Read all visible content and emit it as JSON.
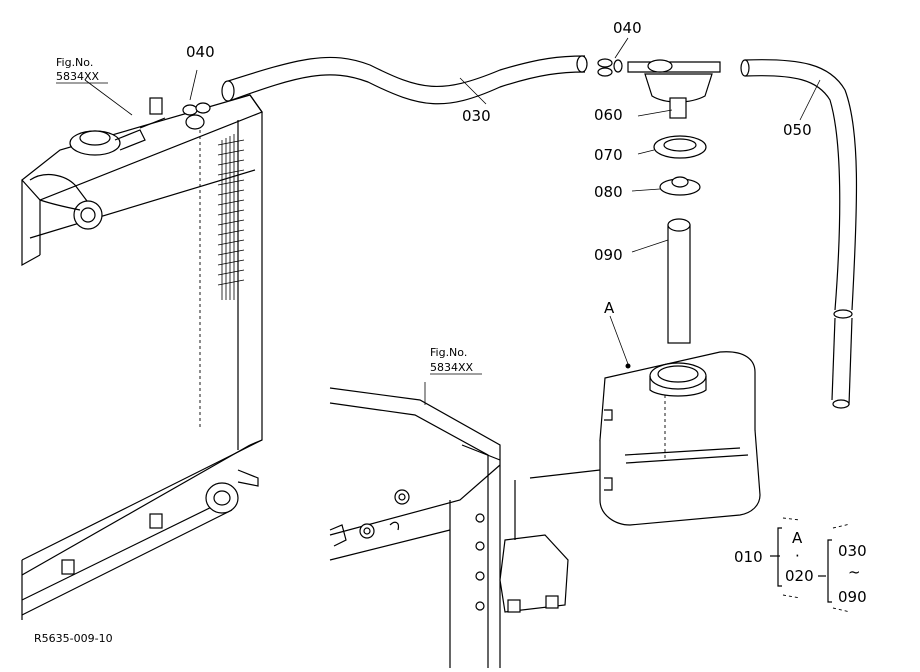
{
  "diagram": {
    "drawing_number": "R5635-009-10",
    "fig_refs": [
      {
        "id": "fig-ref-radiator",
        "caption": "Fig.No.",
        "number": "5834XX"
      },
      {
        "id": "fig-ref-frame",
        "caption": "Fig.No.",
        "number": "5834XX"
      }
    ],
    "part_labels": {
      "p040_left": "040",
      "p040_right": "040",
      "p030": "030",
      "p050": "050",
      "p060": "060",
      "p070": "070",
      "p080": "080",
      "p090": "090",
      "pA": "A"
    },
    "legend": {
      "assembly": "010",
      "sub_top": "A",
      "sub_dot": "·",
      "sub_bottom": "020",
      "range_start": "030",
      "range_tilde": "~",
      "range_end": "090"
    }
  }
}
